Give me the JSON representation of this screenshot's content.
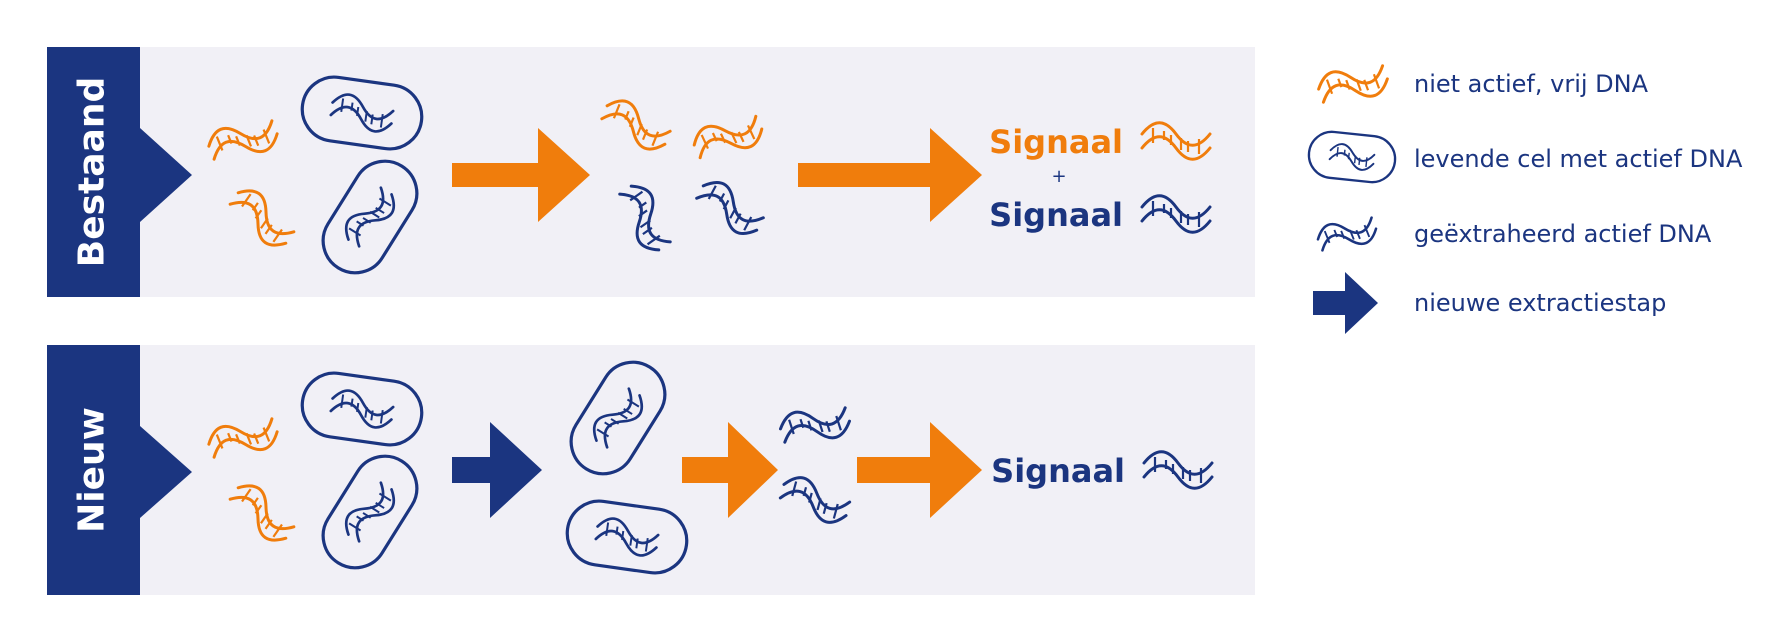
{
  "rows": {
    "existing": {
      "label": "Bestaand"
    },
    "new": {
      "label": "Nieuw"
    }
  },
  "signals": {
    "existing_orange": "Signaal",
    "existing_plus": "+",
    "existing_blue": "Signaal",
    "new_blue": "Signaal"
  },
  "legend": {
    "inactive_free_dna": "niet actief, vrij DNA",
    "living_cell": "levende cel met actief DNA",
    "extracted_dna": "geëxtraheerd actief DNA",
    "new_step": "nieuwe extractiestap"
  },
  "colors": {
    "navy": "#1b3580",
    "orange": "#f07d0c",
    "band": "#f1f0f6"
  },
  "icons": {
    "inactive_dna": "dna-helix-orange-icon",
    "active_dna": "dna-helix-navy-icon",
    "cell": "capsule-cell-icon",
    "step_arrow": "arrow-right-icon"
  }
}
